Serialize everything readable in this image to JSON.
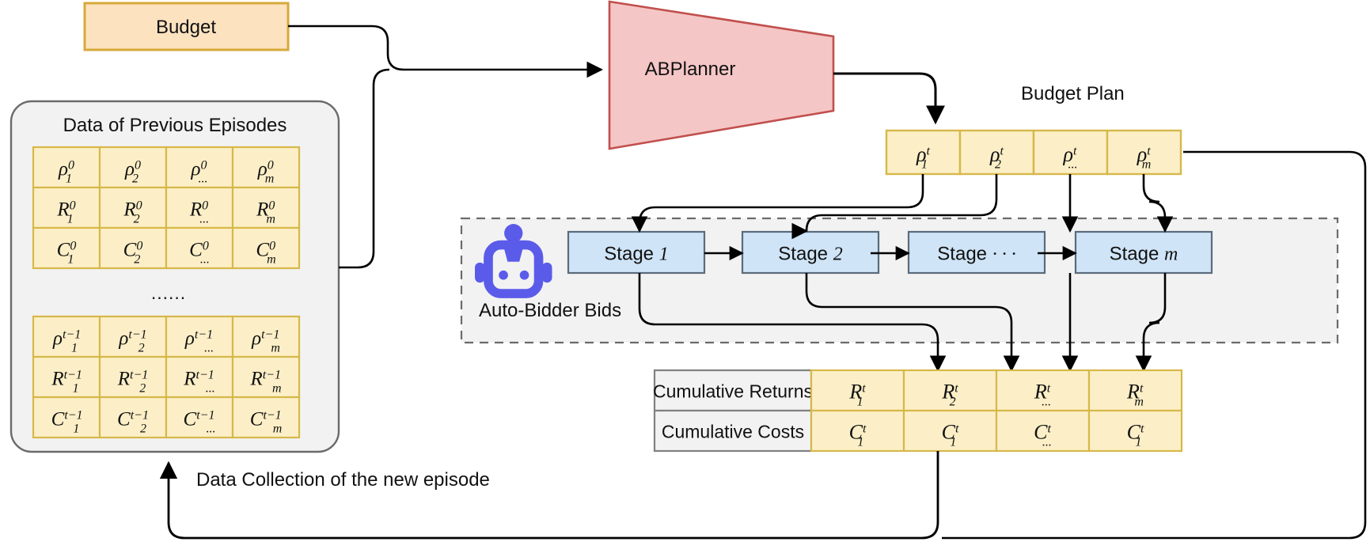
{
  "diagram": {
    "title": "ABPlanner auto-bidding budget allocation pipeline",
    "colors": {
      "budget_fill": "#fde2c0",
      "budget_stroke": "#d6a93a",
      "planner_fill": "#f5c6c6",
      "planner_stroke": "#c0504d",
      "stage_fill": "#cfe4f7",
      "stage_stroke": "#5a6b7b",
      "cell_fill": "#fcefc7",
      "cell_stroke": "#d6b84a",
      "panel_fill": "#f2f2f2",
      "panel_stroke": "#808080",
      "robot": "#5b5bea",
      "line": "#000000"
    }
  },
  "budget": {
    "label": "Budget"
  },
  "planner": {
    "label": "ABPlanner"
  },
  "budget_plan": {
    "caption": "Budget Plan",
    "cells": [
      {
        "base": "ρ",
        "sup": "t",
        "sub": "1"
      },
      {
        "base": "ρ",
        "sup": "t",
        "sub": "2"
      },
      {
        "base": "ρ",
        "sup": "t",
        "sub": "..."
      },
      {
        "base": "ρ",
        "sup": "t",
        "sub": "m"
      }
    ]
  },
  "previous_episodes": {
    "title": "Data of Previous Episodes",
    "ellipsis": "......",
    "table_first": {
      "rows": [
        [
          {
            "base": "ρ",
            "sup": "0",
            "sub": "1"
          },
          {
            "base": "ρ",
            "sup": "0",
            "sub": "2"
          },
          {
            "base": "ρ",
            "sup": "0",
            "sub": "..."
          },
          {
            "base": "ρ",
            "sup": "0",
            "sub": "m"
          }
        ],
        [
          {
            "base": "R",
            "sup": "0",
            "sub": "1"
          },
          {
            "base": "R",
            "sup": "0",
            "sub": "2"
          },
          {
            "base": "R",
            "sup": "0",
            "sub": "..."
          },
          {
            "base": "R",
            "sup": "0",
            "sub": "m"
          }
        ],
        [
          {
            "base": "C",
            "sup": "0",
            "sub": "1"
          },
          {
            "base": "C",
            "sup": "0",
            "sub": "2"
          },
          {
            "base": "C",
            "sup": "0",
            "sub": "..."
          },
          {
            "base": "C",
            "sup": "0",
            "sub": "m"
          }
        ]
      ]
    },
    "table_last": {
      "rows": [
        [
          {
            "base": "ρ",
            "sup": "t−1",
            "sub": "1"
          },
          {
            "base": "ρ",
            "sup": "t−1",
            "sub": "2"
          },
          {
            "base": "ρ",
            "sup": "t−1",
            "sub": "..."
          },
          {
            "base": "ρ",
            "sup": "t−1",
            "sub": "m"
          }
        ],
        [
          {
            "base": "R",
            "sup": "t−1",
            "sub": "1"
          },
          {
            "base": "R",
            "sup": "t−1",
            "sub": "2"
          },
          {
            "base": "R",
            "sup": "t−1",
            "sub": "..."
          },
          {
            "base": "R",
            "sup": "t−1",
            "sub": "m"
          }
        ],
        [
          {
            "base": "C",
            "sup": "t−1",
            "sub": "1"
          },
          {
            "base": "C",
            "sup": "t−1",
            "sub": "2"
          },
          {
            "base": "C",
            "sup": "t−1",
            "sub": "..."
          },
          {
            "base": "C",
            "sup": "t−1",
            "sub": "m"
          }
        ]
      ]
    }
  },
  "auto_bidder": {
    "caption": "Auto-Bidder Bids",
    "icon": "robot-icon",
    "stages": [
      {
        "label": "Stage 1",
        "plain": "Stage ",
        "italic": "1"
      },
      {
        "label": "Stage 2",
        "plain": "Stage ",
        "italic": "2"
      },
      {
        "label": "Stage ···",
        "plain": "Stage ",
        "italic": "· · ·"
      },
      {
        "label": "Stage m",
        "plain": "Stage ",
        "italic": "m"
      }
    ]
  },
  "results_table": {
    "row_labels": [
      "Cumulative Returns",
      "Cumulative Costs"
    ],
    "returns": [
      {
        "base": "R",
        "sup": "t",
        "sub": "1"
      },
      {
        "base": "R",
        "sup": "t",
        "sub": "2"
      },
      {
        "base": "R",
        "sup": "t",
        "sub": "..."
      },
      {
        "base": "R",
        "sup": "t",
        "sub": "m"
      }
    ],
    "costs": [
      {
        "base": "C",
        "sup": "t",
        "sub": "1"
      },
      {
        "base": "C",
        "sup": "t",
        "sub": "1"
      },
      {
        "base": "C",
        "sup": "t",
        "sub": "..."
      },
      {
        "base": "C",
        "sup": "t",
        "sub": "1"
      }
    ]
  },
  "feedback": {
    "label": "Data Collection of the new episode"
  }
}
